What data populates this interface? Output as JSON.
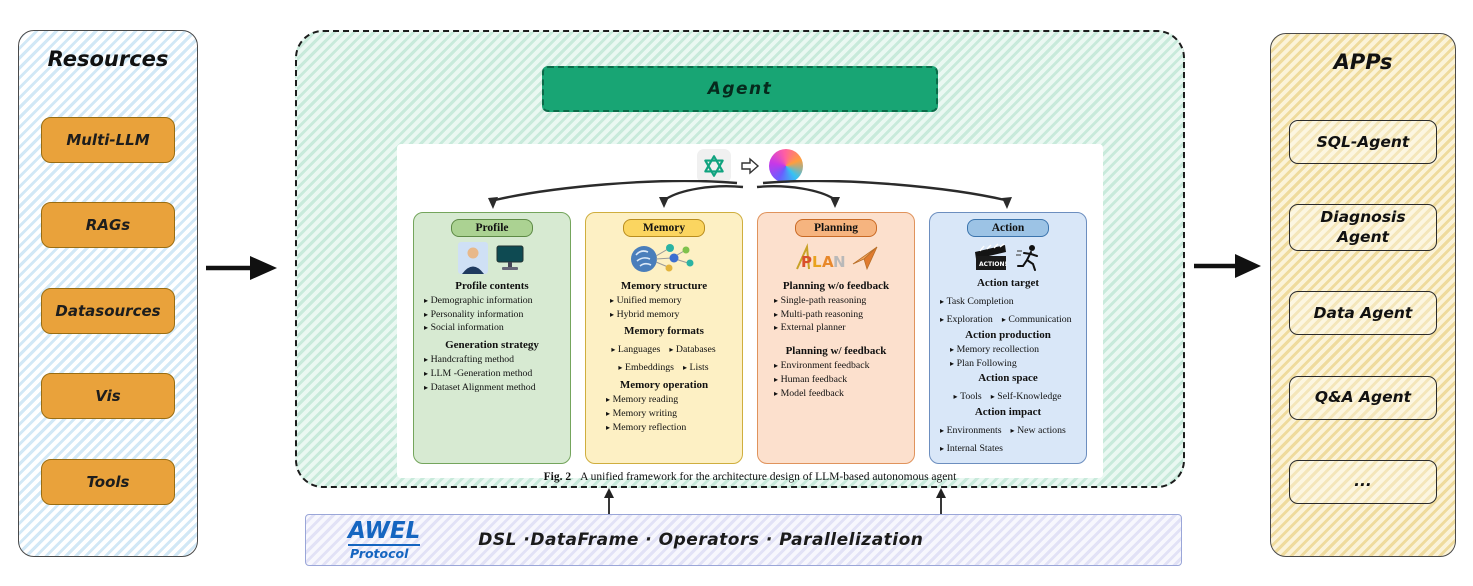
{
  "resources_panel": {
    "title": "Resources",
    "items": [
      "Multi-LLM",
      "RAGs",
      "Datasources",
      "Vis",
      "Tools"
    ]
  },
  "apps_panel": {
    "title": "APPs",
    "items": [
      "SQL-Agent",
      "Diagnosis\nAgent",
      "Data Agent",
      "Q&A Agent",
      "..."
    ]
  },
  "agent": {
    "label": "Agent"
  },
  "cards": [
    {
      "id": "profile",
      "badge": "Profile",
      "sections": [
        {
          "heading": "Profile contents",
          "layout": "list",
          "items": [
            "Demographic information",
            "Personality information",
            "Social information"
          ]
        },
        {
          "heading": "Generation strategy",
          "layout": "list",
          "items": [
            "Handcrafting method",
            "LLM -Generation method",
            "Dataset Alignment method"
          ]
        }
      ]
    },
    {
      "id": "memory",
      "badge": "Memory",
      "sections": [
        {
          "heading": "Memory structure",
          "layout": "list",
          "items": [
            "Unified memory",
            "Hybrid memory"
          ]
        },
        {
          "heading": "Memory formats",
          "layout": "inline",
          "items": [
            "Languages",
            "Databases",
            "Embeddings",
            "Lists"
          ]
        },
        {
          "heading": "Memory operation",
          "layout": "list",
          "items": [
            "Memory reading",
            "Memory writing",
            "Memory reflection"
          ]
        }
      ]
    },
    {
      "id": "planning",
      "badge": "Planning",
      "sections": [
        {
          "heading": "Planning w/o feedback",
          "layout": "list",
          "items": [
            "Single-path reasoning",
            "Multi-path reasoning",
            "External planner"
          ]
        },
        {
          "heading": "Planning w/ feedback",
          "layout": "list",
          "items": [
            "Environment feedback",
            "Human feedback",
            "Model feedback"
          ]
        }
      ]
    },
    {
      "id": "action",
      "badge": "Action",
      "sections": [
        {
          "heading": "Action target",
          "layout": "inline",
          "items": [
            "Task Completion",
            "Exploration",
            "Communication"
          ]
        },
        {
          "heading": "Action production",
          "layout": "list",
          "items": [
            "Memory recollection",
            "Plan Following"
          ]
        },
        {
          "heading": "Action space",
          "layout": "inline",
          "items": [
            "Tools",
            "Self-Knowledge"
          ]
        },
        {
          "heading": "Action impact",
          "layout": "inline",
          "items": [
            "Environments",
            "New actions",
            "Internal States"
          ]
        }
      ]
    }
  ],
  "caption": {
    "label": "Fig. 2",
    "text": "A unified framework for the architecture design of LLM-based autonomous agent"
  },
  "awel": {
    "brand": "AWEL",
    "subtitle": "Protocol",
    "text": "DSL ·DataFrame · Operators · Parallelization"
  },
  "icons": {
    "left_model": "openai-logo-icon",
    "model_transform": "arrow-right-outline-icon",
    "right_model": "gradient-ai-model-icon",
    "profile_images": [
      "person-photo-icon",
      "computer-icon"
    ],
    "memory_image": "brain-network-icon",
    "planning_images": [
      "plan-tools-icon",
      "paper-plane-icon"
    ],
    "action_images": [
      "action-clapperboard-icon",
      "running-person-icon"
    ]
  },
  "colors": {
    "resource_button": "#E9A23B",
    "agent_banner": "#18A574",
    "profile_card": "#d7ead2",
    "memory_card": "#fdf0c4",
    "planning_card": "#fce0cd",
    "action_card": "#d9e7f8",
    "awel_blue": "#1565c0",
    "openai_teal": "#10A37F"
  }
}
